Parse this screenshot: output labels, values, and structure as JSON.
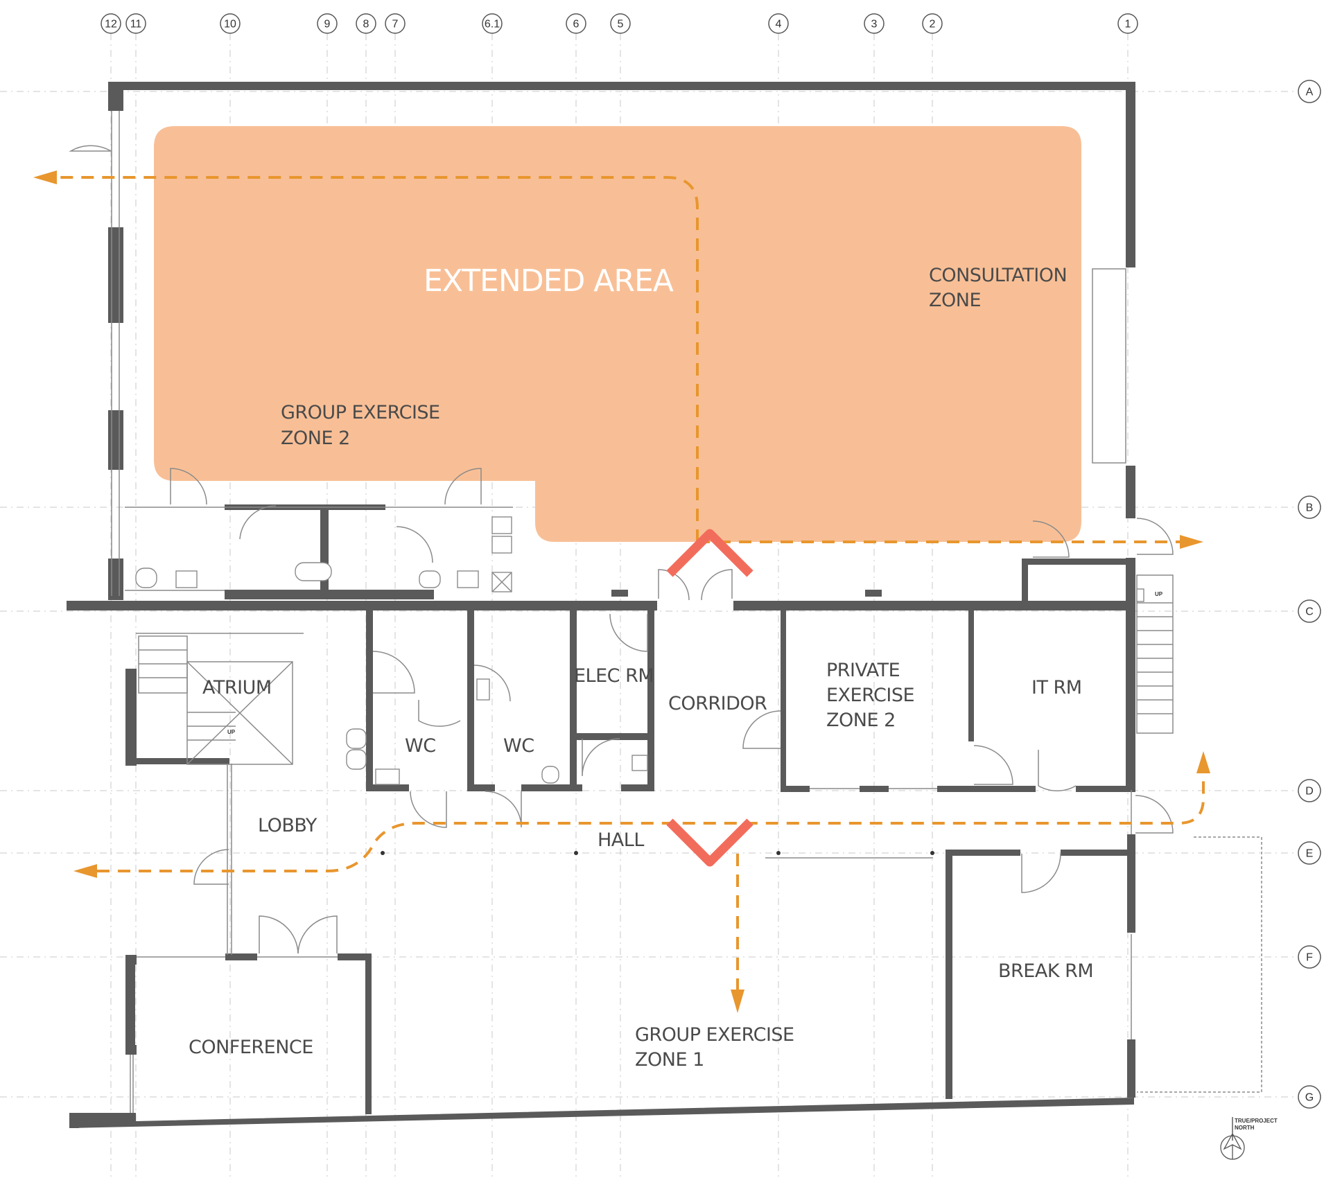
{
  "diagram": {
    "colors": {
      "extended_area": "#f8bf96",
      "exit_path": "#e8962e",
      "corridor_arrow": "#f26c5c",
      "wall": "#5a5a5a"
    },
    "grid_columns": [
      "12",
      "11",
      "10",
      "9",
      "8",
      "7",
      "6.1",
      "6",
      "5",
      "4",
      "3",
      "2",
      "1"
    ],
    "grid_rows": [
      "A",
      "B",
      "C",
      "D",
      "E",
      "F",
      "G"
    ],
    "extended_area_label": "EXTENDED AREA",
    "rooms": {
      "consultation_zone": [
        "CONSULTATION",
        "ZONE"
      ],
      "group_exercise_zone_2": [
        "GROUP  EXERCISE",
        "ZONE 2"
      ],
      "atrium": "ATRIUM",
      "wc_1": "WC",
      "wc_2": "WC",
      "elec_rm": "ELEC RM",
      "corridor": "CORRIDOR",
      "private_exercise_zone_2": [
        "PRIVATE",
        "EXERCISE",
        "ZONE 2"
      ],
      "it_rm": "IT RM",
      "lobby": "LOBBY",
      "hall": "HALL",
      "break_rm": "BREAK RM",
      "conference": "CONFERENCE",
      "group_exercise_zone_1": [
        "GROUP  EXERCISE",
        "ZONE 1"
      ]
    },
    "stair_labels": [
      "UP",
      "UP"
    ],
    "north_arrow": [
      "TRUE/PROJECT",
      "NORTH"
    ]
  }
}
